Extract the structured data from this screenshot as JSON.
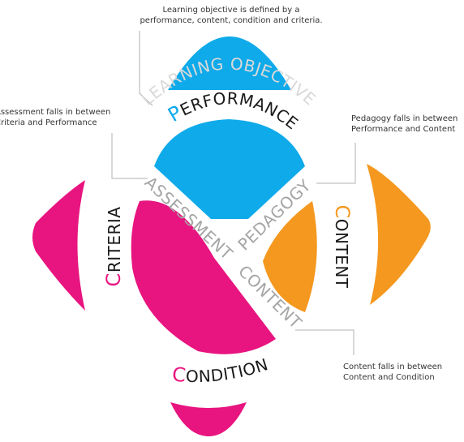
{
  "colors": {
    "blue": "#0eaaea",
    "orange": "#f4981f",
    "magenta": "#e8147f",
    "gray": "#a5a5a5",
    "light_gray": "#d9d9d9",
    "dark": "#1a1a1a",
    "leader": "#b0b0b0"
  },
  "notes": {
    "top": {
      "line1": "Learning objective is defined by a",
      "line2": "performance, content, condition and criteria."
    },
    "left": {
      "line1": "Assessment falls in between",
      "line2": "Criteria and Performance"
    },
    "right": {
      "line1": "Pedagogy falls in between",
      "line2": "Performance and Content"
    },
    "bottom": {
      "line1": "Content falls in between",
      "line2": "Content and Condition"
    }
  },
  "labels": {
    "learning_objective": "LEARNING OBJECTIVE",
    "performance": {
      "initial": "P",
      "rest": "ERFORMANCE"
    },
    "content_outer": {
      "initial": "C",
      "rest": "ONTENT"
    },
    "condition": {
      "initial": "C",
      "rest": "ONDITION"
    },
    "criteria": {
      "initial": "C",
      "rest": "RITERIA"
    },
    "assessment": "ASSESSMENT",
    "pedagogy": "PEDAGOGY",
    "content_inner": "CONTENT"
  }
}
